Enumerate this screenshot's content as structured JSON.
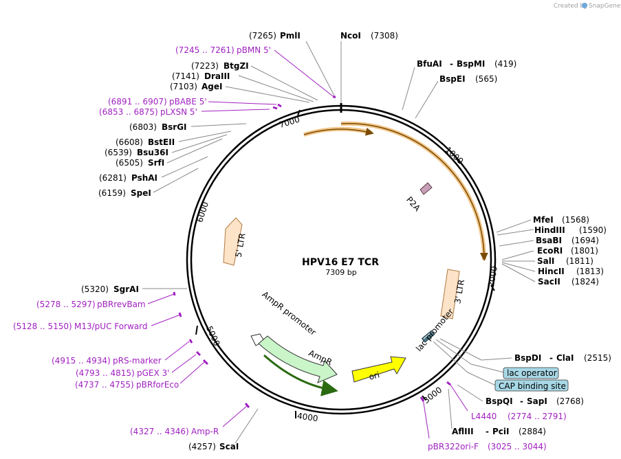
{
  "credit": {
    "text": "Created by",
    "brand": "SnapGene"
  },
  "plasmid": {
    "name": "HPV16 E7 TCR",
    "length": "7309 bp"
  },
  "ticks": [
    "1000",
    "2000",
    "3000",
    "4000",
    "5000",
    "6000",
    "7000"
  ],
  "features": {
    "p2a": "P2A",
    "ltr3": "3' LTR",
    "ltr5": "5' LTR",
    "lac_promoter": "lac promoter",
    "ampr_promoter": "AmpR promoter",
    "ampr": "AmpR",
    "ori": "ori"
  },
  "sites": {
    "ncoi": {
      "name": "NcoI",
      "pos": "(7308)"
    },
    "pmli": {
      "name": "PmlI",
      "pos": "(7265)"
    },
    "btgzi": {
      "name": "BtgZI",
      "pos": "(7223)"
    },
    "draiii": {
      "name": "DraIII",
      "pos": "(7141)"
    },
    "agei": {
      "name": "AgeI",
      "pos": "(7103)"
    },
    "bsrgi": {
      "name": "BsrGI",
      "pos": "(6803)"
    },
    "bsteii": {
      "name": "BstEII",
      "pos": "(6608)"
    },
    "bsu36i": {
      "name": "Bsu36I",
      "pos": "(6539)"
    },
    "srfi": {
      "name": "SrfI",
      "pos": "(6505)"
    },
    "pshai": {
      "name": "PshAI",
      "pos": "(6281)"
    },
    "spei": {
      "name": "SpeI",
      "pos": "(6159)"
    },
    "sgrai": {
      "name": "SgrAI",
      "pos": "(5320)"
    },
    "scai": {
      "name": "ScaI",
      "pos": "(4257)"
    },
    "bfuai": {
      "name": "BfuAI",
      "sep": "-",
      "name2": "BspMI",
      "pos": "(419)"
    },
    "bspei": {
      "name": "BspEI",
      "pos": "(565)"
    },
    "mfei": {
      "name": "MfeI",
      "pos": "(1568)"
    },
    "hindiii": {
      "name": "HindIII",
      "pos": "(1590)"
    },
    "bsabi": {
      "name": "BsaBI",
      "pos": "(1694)"
    },
    "ecori": {
      "name": "EcoRI",
      "pos": "(1801)"
    },
    "sali": {
      "name": "SalI",
      "pos": "(1811)"
    },
    "hincii": {
      "name": "HincII",
      "pos": "(1813)"
    },
    "sacii": {
      "name": "SacII",
      "pos": "(1824)"
    },
    "bspdi": {
      "name": "BspDI",
      "sep": "-",
      "name2": "ClaI",
      "pos": "(2515)"
    },
    "bspqi": {
      "name": "BspQI",
      "sep": "-",
      "name2": "SapI",
      "pos": "(2768)"
    },
    "afliii": {
      "name": "AflIII",
      "sep": "-",
      "name2": "PciI",
      "pos": "(2884)"
    }
  },
  "boxes": {
    "lac_operator": "lac operator",
    "cap_site": "CAP binding site"
  },
  "primers": {
    "pbmn": {
      "range": "(7245 .. 7261)",
      "name": "pBMN 5'"
    },
    "pbabe": {
      "range": "(6891 .. 6907)",
      "name": "pBABE 5'"
    },
    "plxsn": {
      "range": "(6853 .. 6875)",
      "name": "pLXSN 5'"
    },
    "pbrrevbam": {
      "range": "(5278 .. 5297)",
      "name": "pBRrevBam"
    },
    "m13": {
      "range": "(5128 .. 5150)",
      "name": "M13/pUC Forward"
    },
    "prs": {
      "range": "(4915 .. 4934)",
      "name": "pRS-marker"
    },
    "pgex": {
      "range": "(4793 .. 4815)",
      "name": "pGEX 3'"
    },
    "pbrforeco": {
      "range": "(4737 .. 4755)",
      "name": "pBRforEco"
    },
    "ampr": {
      "range": "(4327 .. 4346)",
      "name": "Amp-R"
    },
    "l4440": {
      "name": "L4440",
      "range": "(2774 .. 2791)"
    },
    "pbr322": {
      "name": "pBR322ori-F",
      "range": "(3025 .. 3044)"
    }
  }
}
